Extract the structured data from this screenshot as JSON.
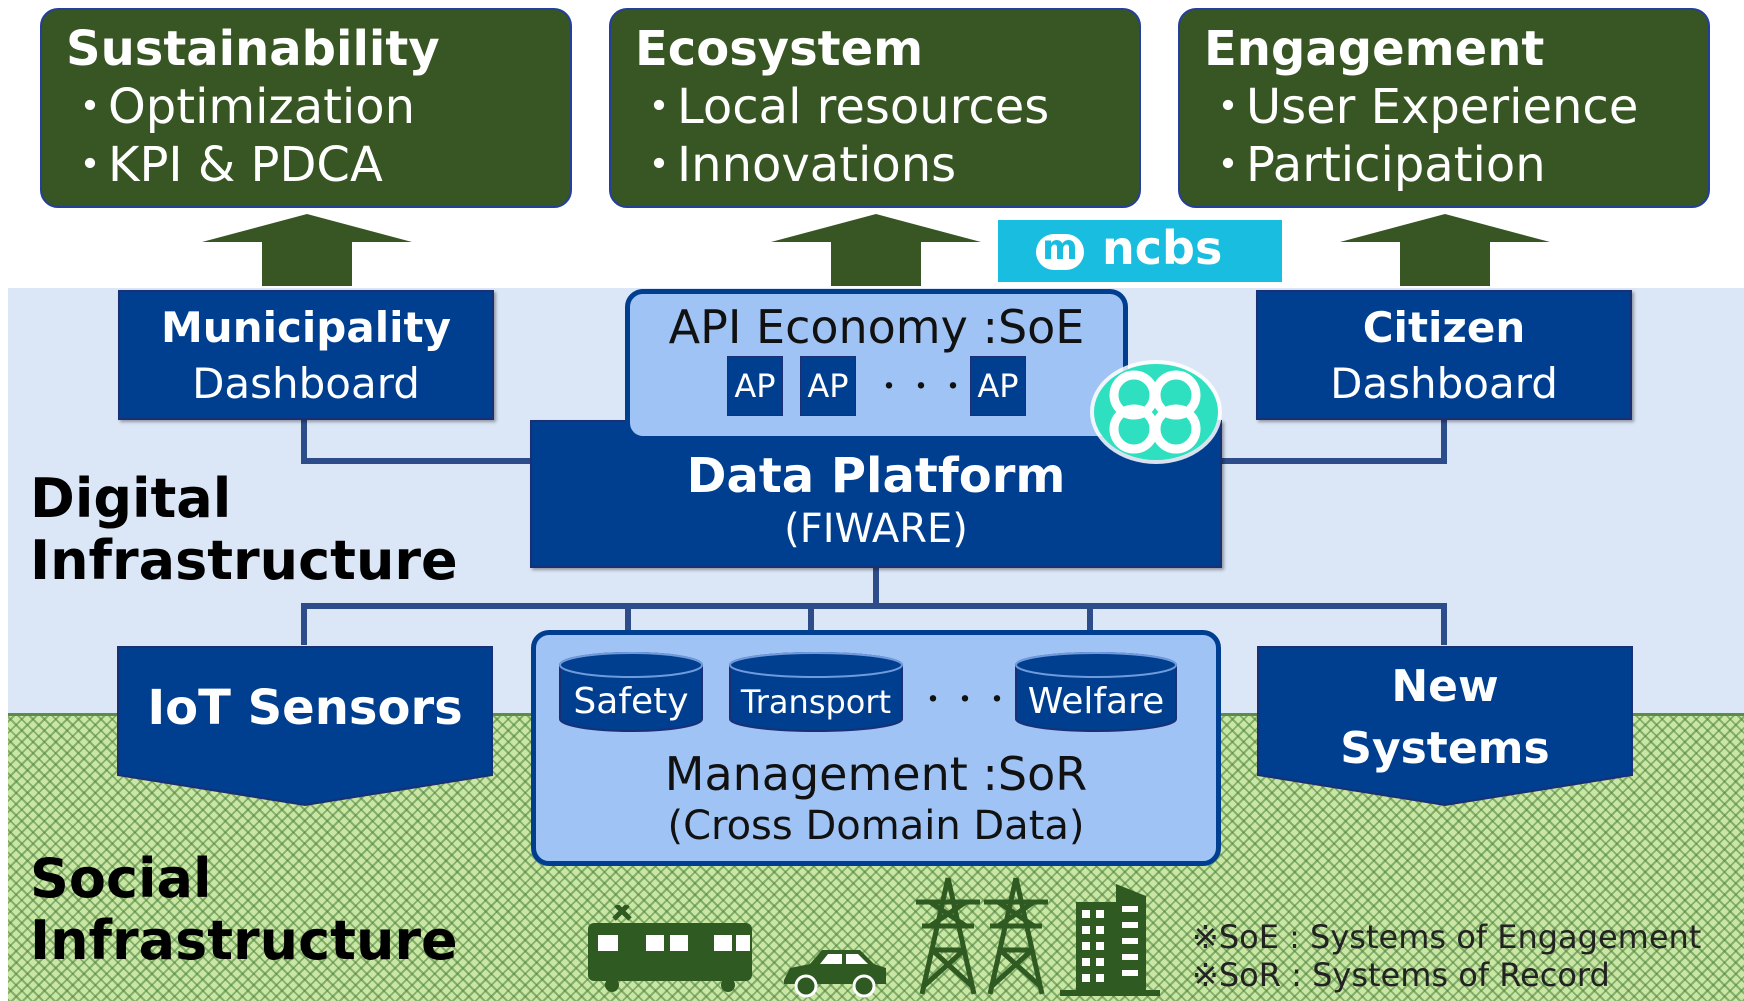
{
  "goals": [
    {
      "title": "Sustainability",
      "items": [
        "Optimization",
        "KPI & PDCA"
      ]
    },
    {
      "title": "Ecosystem",
      "items": [
        "Local resources",
        "Innovations"
      ]
    },
    {
      "title": "Engagement",
      "items": [
        "User Experience",
        "Participation"
      ]
    }
  ],
  "bullet": "・",
  "ncbs": {
    "logo_text": "ncbs",
    "mark": "m"
  },
  "municipality": {
    "title": "Municipality",
    "subtitle": "Dashboard"
  },
  "citizen": {
    "title": "Citizen",
    "subtitle": "Dashboard"
  },
  "api_economy": {
    "title": "API Economy :SoE",
    "ap_label": "AP",
    "ellipsis": "・・・"
  },
  "data_platform": {
    "title": "Data Platform",
    "subtitle": "(FIWARE)"
  },
  "layers": {
    "digital": [
      "Digital",
      "Infrastructure"
    ],
    "social": [
      "Social",
      "Infrastructure"
    ]
  },
  "iot_sensors": {
    "label": "IoT Sensors"
  },
  "new_systems": {
    "line1": "New",
    "line2": "Systems"
  },
  "management": {
    "domains": [
      "Safety",
      "Transport",
      "Welfare"
    ],
    "ellipsis": "・・・",
    "title": "Management :SoR",
    "subtitle": "(Cross Domain Data)"
  },
  "notes": [
    "※SoE : Systems of Engagement",
    "※SoR : Systems of Record"
  ],
  "colors": {
    "goal_green": "#375623",
    "dark_blue": "#003e8f",
    "light_blue": "#9fc3f4",
    "digital_band": "#dbe7f7",
    "social_band": "#c9e6a5",
    "ncbs_cyan": "#19bde0",
    "fiware_teal": "#2ee0c0"
  },
  "icons": [
    "train-icon",
    "car-icon",
    "power-tower-icon",
    "power-tower-icon",
    "building-icon"
  ]
}
